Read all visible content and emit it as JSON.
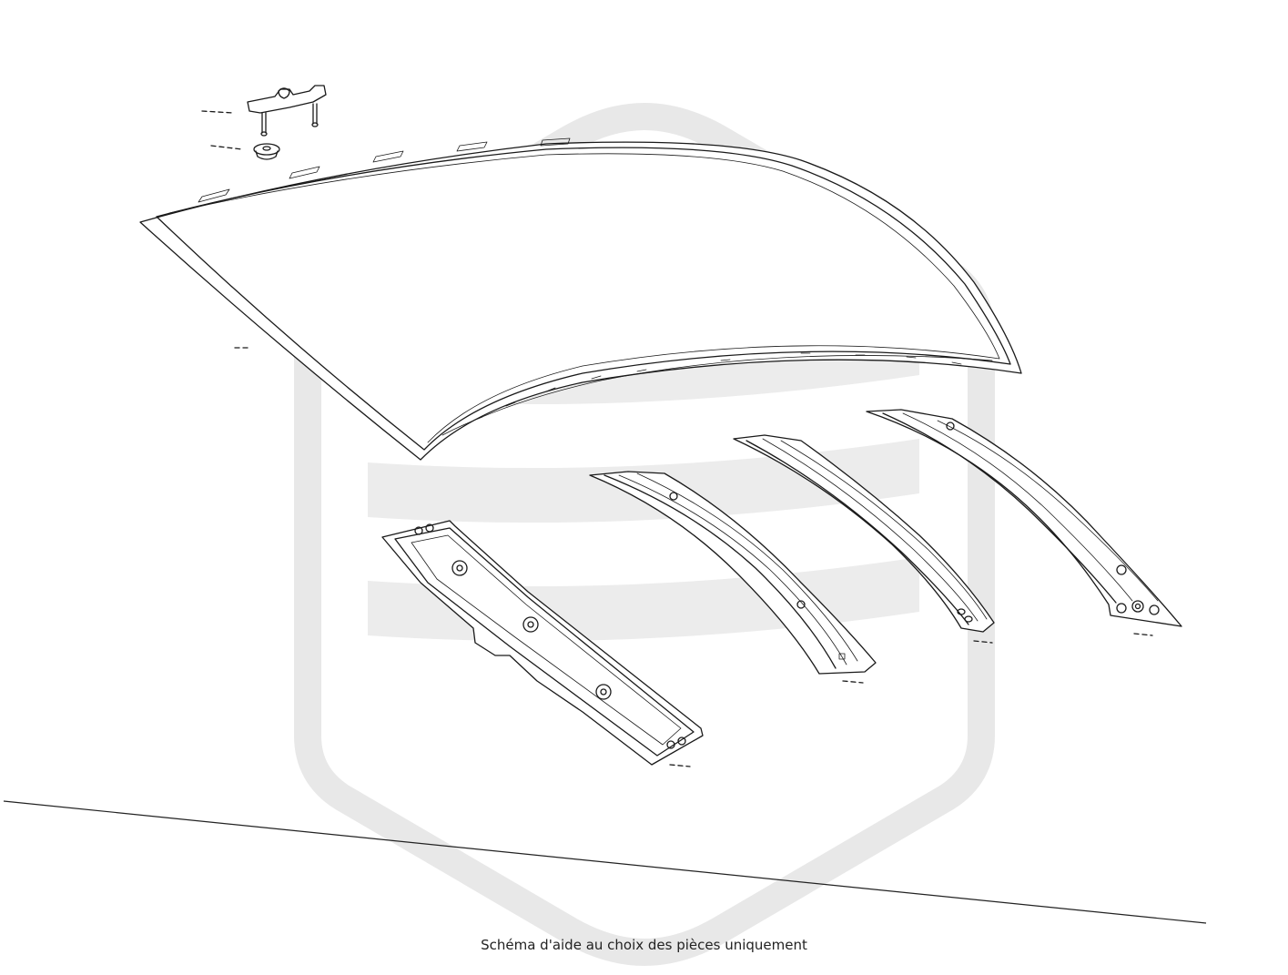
{
  "caption": "Schéma d'aide au choix des pièces uniquement",
  "colors": {
    "line": "#1a1a1a",
    "watermark": "#e7e7e7",
    "background": "#ffffff"
  },
  "parts": [
    {
      "name": "roof-panel"
    },
    {
      "name": "mounting-bracket"
    },
    {
      "name": "retaining-nut"
    },
    {
      "name": "front-roof-crossmember"
    },
    {
      "name": "roof-bow-1"
    },
    {
      "name": "roof-bow-2"
    },
    {
      "name": "rear-roof-crossmember"
    }
  ]
}
